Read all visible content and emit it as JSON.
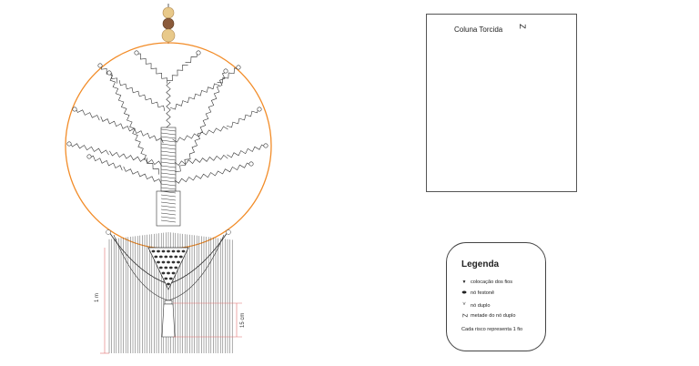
{
  "twist_panel": {
    "title": "Coluna Torcida",
    "half_hitch_symbol": "Z"
  },
  "legend": {
    "title": "Legenda",
    "rows": [
      {
        "symbol": "▼",
        "label": "colocação dos fios"
      },
      {
        "symbol": "⬬",
        "label": "nó festonê"
      },
      {
        "symbol": "ⱽ",
        "label": "nó duplo"
      },
      {
        "symbol": "Z",
        "label": "metade do nó duplo"
      }
    ],
    "note": "Cada risco representa 1 fio"
  },
  "dimensions": {
    "length_total": "1 m",
    "length_tassel": "15 cm"
  },
  "colors": {
    "hoop": "#f28c28",
    "cord": "#333333",
    "dimension_line": "#e07070",
    "bead_light": "#e8c98a",
    "bead_dark": "#8a5a3a"
  }
}
